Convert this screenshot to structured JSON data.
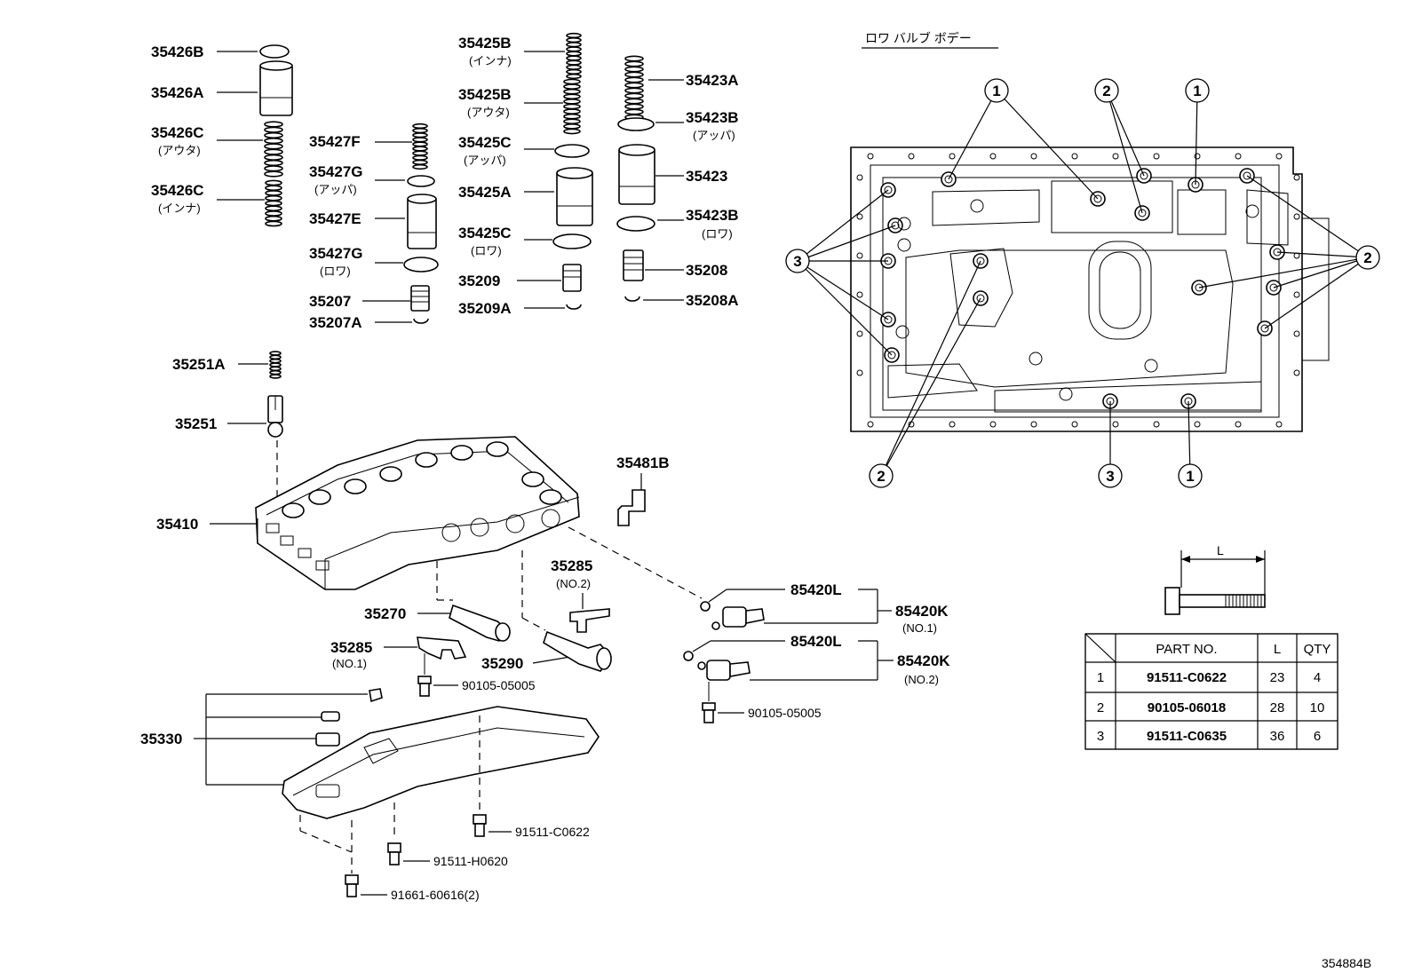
{
  "title": "ロワ バルブ ボデー",
  "figure_id": "354884B",
  "parts": {
    "p35426B": "35426B",
    "p35426A": "35426A",
    "p35426C_o": "35426C",
    "p35426C_o_sub": "(アウタ)",
    "p35426C_i": "35426C",
    "p35426C_i_sub": "(インナ)",
    "p35427F": "35427F",
    "p35427G_u": "35427G",
    "p35427G_u_sub": "(アッパ)",
    "p35427E": "35427E",
    "p35427G_l": "35427G",
    "p35427G_l_sub": "(ロワ)",
    "p35207": "35207",
    "p35207A": "35207A",
    "p35425B_i": "35425B",
    "p35425B_i_sub": "(インナ)",
    "p35425B_o": "35425B",
    "p35425B_o_sub": "(アウタ)",
    "p35425C_u": "35425C",
    "p35425C_u_sub": "(アッパ)",
    "p35425A": "35425A",
    "p35425C_l": "35425C",
    "p35425C_l_sub": "(ロワ)",
    "p35209": "35209",
    "p35209A": "35209A",
    "p35423A": "35423A",
    "p35423B_u": "35423B",
    "p35423B_u_sub": "(アッパ)",
    "p35423": "35423",
    "p35423B_l": "35423B",
    "p35423B_l_sub": "(ロワ)",
    "p35208": "35208",
    "p35208A": "35208A",
    "p35251A": "35251A",
    "p35251": "35251",
    "p35410": "35410",
    "p35481B": "35481B",
    "p35285_2": "35285",
    "p35285_2_sub": "(NO.2)",
    "p35270": "35270",
    "p35285_1": "35285",
    "p35285_1_sub": "(NO.1)",
    "p35290": "35290",
    "p90105a": "90105-05005",
    "p35330": "35330",
    "p91511c": "91511-C0622",
    "p91511h": "91511-H0620",
    "p91661": "91661-60616(2)",
    "p85420L_1": "85420L",
    "p85420K_1": "85420K",
    "p85420K_1_sub": "(NO.1)",
    "p85420L_2": "85420L",
    "p85420K_2": "85420K",
    "p85420K_2_sub": "(NO.2)",
    "p90105b": "90105-05005"
  },
  "callouts": {
    "c1": "1",
    "c2": "2",
    "c3": "3"
  },
  "dimension_label": "L",
  "table": {
    "headers": [
      "",
      "PART NO.",
      "L",
      "QTY"
    ],
    "rows": [
      [
        "1",
        "91511-C0622",
        "23",
        "4"
      ],
      [
        "2",
        "90105-06018",
        "28",
        "10"
      ],
      [
        "3",
        "91511-C0635",
        "36",
        "6"
      ]
    ]
  }
}
